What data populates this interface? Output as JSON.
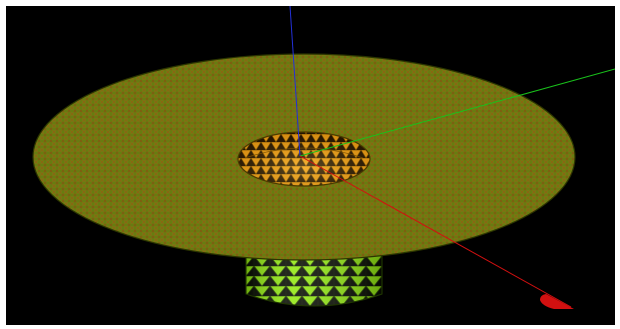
{
  "viewer": {
    "background_color": "#000000",
    "frame_color": "#ffffff"
  },
  "scene": {
    "object": "flanged-tube-triangle-mesh",
    "parts": [
      {
        "name": "flange-disk",
        "color": "#6f7f12",
        "wire_color": "#b83a14"
      },
      {
        "name": "inner-bore",
        "color": "#f0a318",
        "wire_color": "#6d4a00"
      },
      {
        "name": "tube-cylinder",
        "color": "#92e812",
        "wire_color": "#2a4b00"
      }
    ],
    "axes": [
      {
        "name": "x-axis",
        "color": "#d21010",
        "has_arrow_head": true
      },
      {
        "name": "y-axis",
        "color": "#19c21b",
        "has_arrow_head": false
      },
      {
        "name": "z-axis",
        "color": "#2330d8",
        "has_arrow_head": false
      }
    ]
  }
}
